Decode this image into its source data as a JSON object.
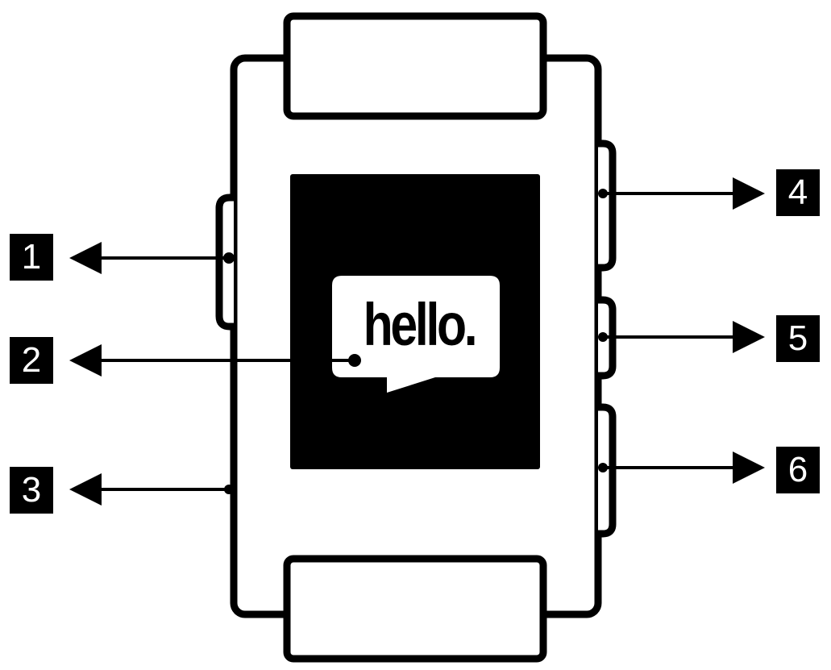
{
  "screen": {
    "text": "hello."
  },
  "callouts": [
    {
      "number": "1"
    },
    {
      "number": "2"
    },
    {
      "number": "3"
    },
    {
      "number": "4"
    },
    {
      "number": "5"
    },
    {
      "number": "6"
    }
  ],
  "colors": {
    "ink": "#000000",
    "paper": "#ffffff"
  }
}
